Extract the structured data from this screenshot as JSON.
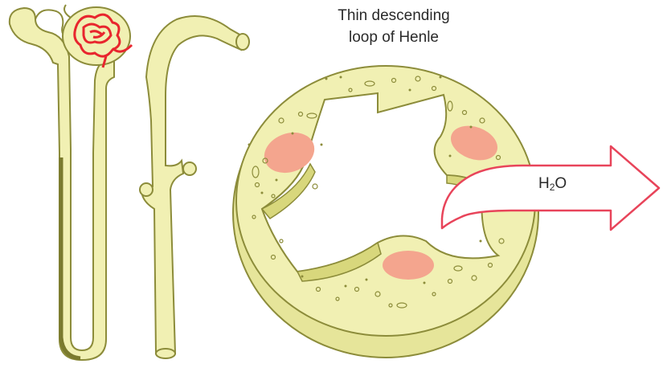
{
  "title": {
    "line1": "Thin descending",
    "line2": "loop of Henle"
  },
  "flow_label": {
    "main": "H",
    "subscript": "2",
    "suffix": "O"
  },
  "colors": {
    "tubule_fill": "#f1f0b3",
    "tubule_stroke": "#8c8c3a",
    "tubule_shade": "#d8d77c",
    "thin_segment": "#7a7a2e",
    "glomerulus": "#e8262e",
    "nucleus": "#f4a58e",
    "arrow_stroke": "#e8445a",
    "arrow_fill": "#ffffff"
  }
}
